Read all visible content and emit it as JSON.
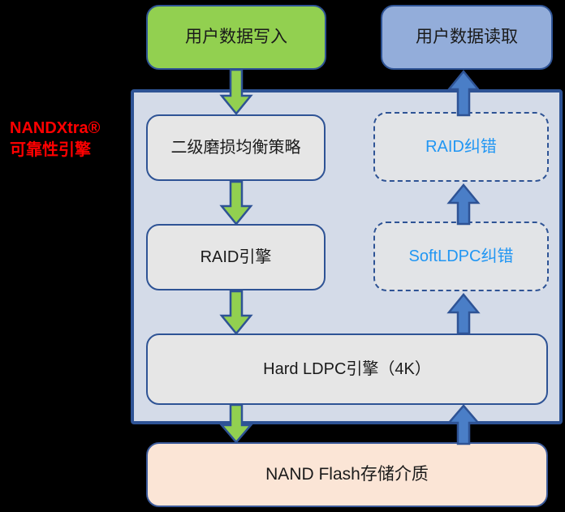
{
  "diagram": {
    "title_caption": {
      "line1": "NANDXtra®",
      "line2": "可靠性引擎",
      "color": "#ff0000"
    },
    "io": {
      "write": {
        "label": "用户数据写入",
        "color": "#92d050"
      },
      "read": {
        "label": "用户数据读取",
        "color": "#93adda"
      }
    },
    "panel": {
      "fill": "#d4dbe8",
      "border": "#2e5395"
    },
    "blocks": {
      "wear_leveling": {
        "label": "二级磨损均衡策略",
        "style": "solid",
        "text_color": "#1a1a1a"
      },
      "raid_engine": {
        "label": "RAID引擎",
        "style": "solid",
        "text_color": "#1a1a1a"
      },
      "hard_ldpc": {
        "label": "Hard LDPC引擎（4K）",
        "style": "solid",
        "text_color": "#1a1a1a"
      },
      "raid_correct": {
        "label": "RAID纠错",
        "style": "dashed",
        "text_color": "#2196f3"
      },
      "soft_ldpc": {
        "label": "SoftLDPC纠错",
        "style": "dashed",
        "text_color": "#2196f3"
      }
    },
    "media": {
      "label": "NAND Flash存储介质",
      "color": "#fbe5d6"
    },
    "arrows": {
      "write_flow": {
        "direction": "down",
        "fill": "#92d050",
        "stroke": "#2e5395"
      },
      "read_flow": {
        "direction": "up",
        "fill": "#4a7ec7",
        "stroke": "#2e5395"
      }
    }
  }
}
